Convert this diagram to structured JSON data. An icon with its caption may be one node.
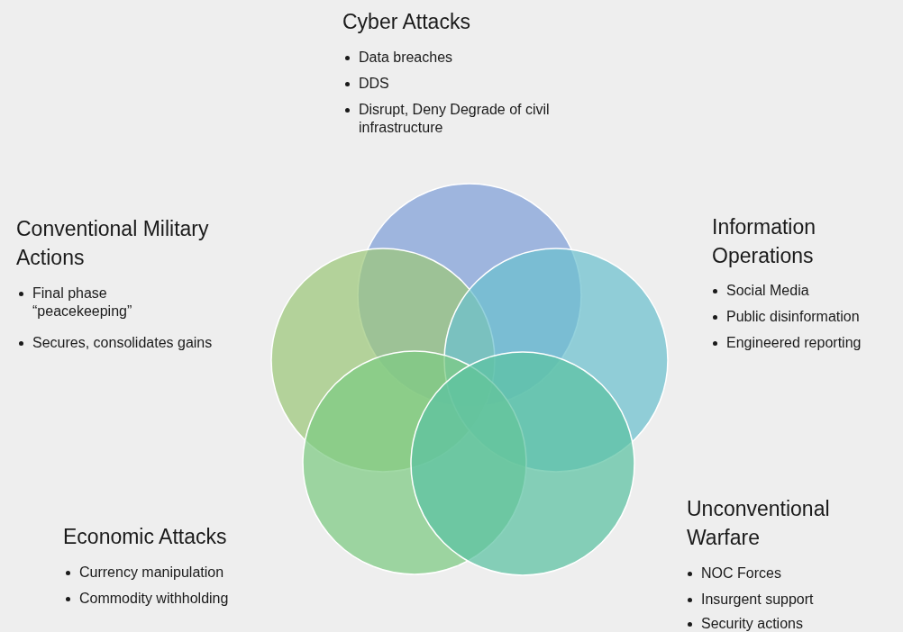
{
  "diagram": {
    "nodes": [
      {
        "text": [],
        "shape": "circle"
      },
      {
        "text": [],
        "shape": "circle"
      },
      {
        "text": [],
        "shape": "circle"
      },
      {
        "text": [],
        "shape": "circle"
      },
      {
        "text": [],
        "shape": "circle"
      }
    ],
    "labels": [
      "Cyber Attacks",
      "Data breaches",
      "DDS",
      "Disrupt, Deny Degrade of civil infrastructure",
      "Conventional Military Actions",
      "Final phase “peacekeeping”",
      "Secures, consolidates gains",
      "Information Operations",
      "Social Media",
      "Public disinformation",
      "Engineered reporting",
      "Economic Attacks",
      "Currency manipulation",
      "Commodity withholding",
      "Unconventional Warfare",
      "NOC Forces",
      "Insurgent support",
      "Security actions"
    ]
  }
}
